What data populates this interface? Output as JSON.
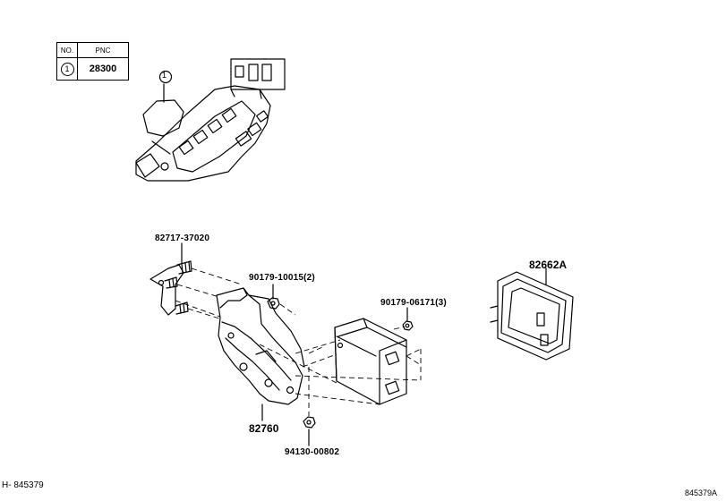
{
  "legend": {
    "headers": [
      "NO.",
      "PNC"
    ],
    "rows": [
      {
        "no": "1",
        "pnc": "28300"
      }
    ]
  },
  "callouts": {
    "item_marker": "1",
    "p82717": "82717-37020",
    "p90179a": "90179-10015(2)",
    "p90179b": "90179-06171(3)",
    "p82662": "82662A",
    "p82760": "82760",
    "p94130": "94130-00802"
  },
  "footer": {
    "left": "H- 845379",
    "right": "845379A"
  }
}
